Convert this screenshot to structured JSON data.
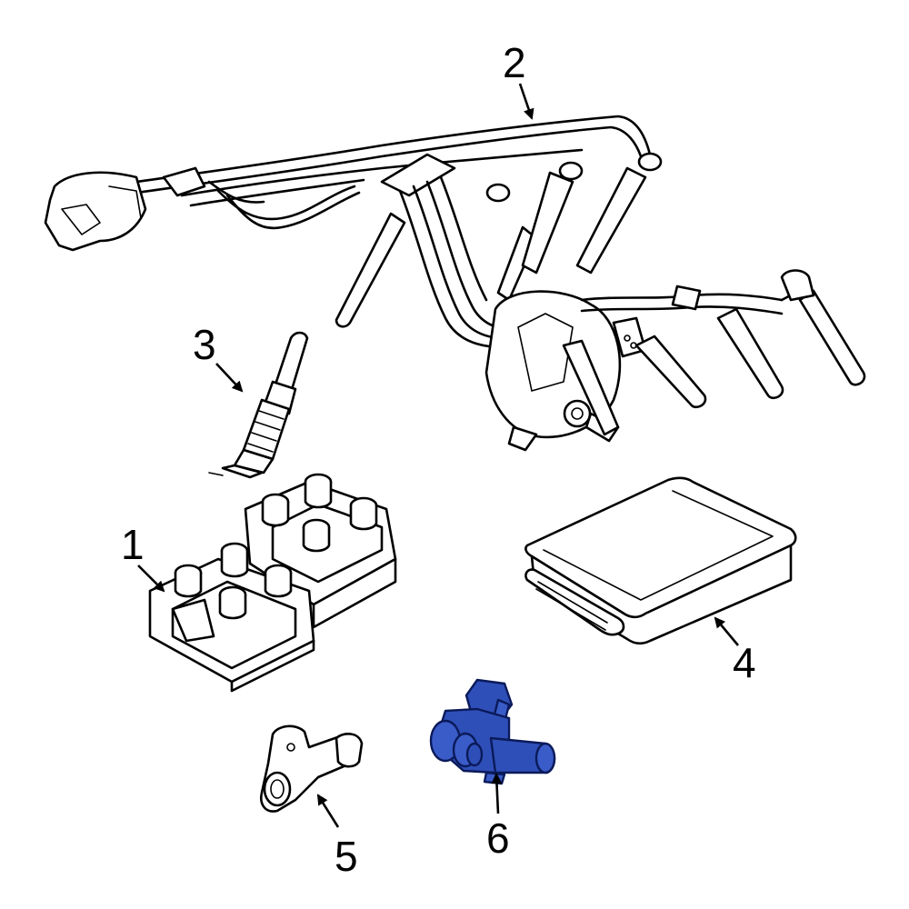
{
  "callouts": [
    {
      "id": "1",
      "label": "1"
    },
    {
      "id": "2",
      "label": "2"
    },
    {
      "id": "3",
      "label": "3"
    },
    {
      "id": "4",
      "label": "4"
    },
    {
      "id": "5",
      "label": "5"
    },
    {
      "id": "6",
      "label": "6"
    }
  ],
  "highlight_color": "#2f4fb8",
  "parts": {
    "p1": "ignition-coil-pack",
    "p2": "spark-plug-wire-harness",
    "p3": "spark-plug",
    "p4": "engine-control-module",
    "p5": "crankshaft-position-sensor",
    "p6": "camshaft-position-sensor"
  }
}
